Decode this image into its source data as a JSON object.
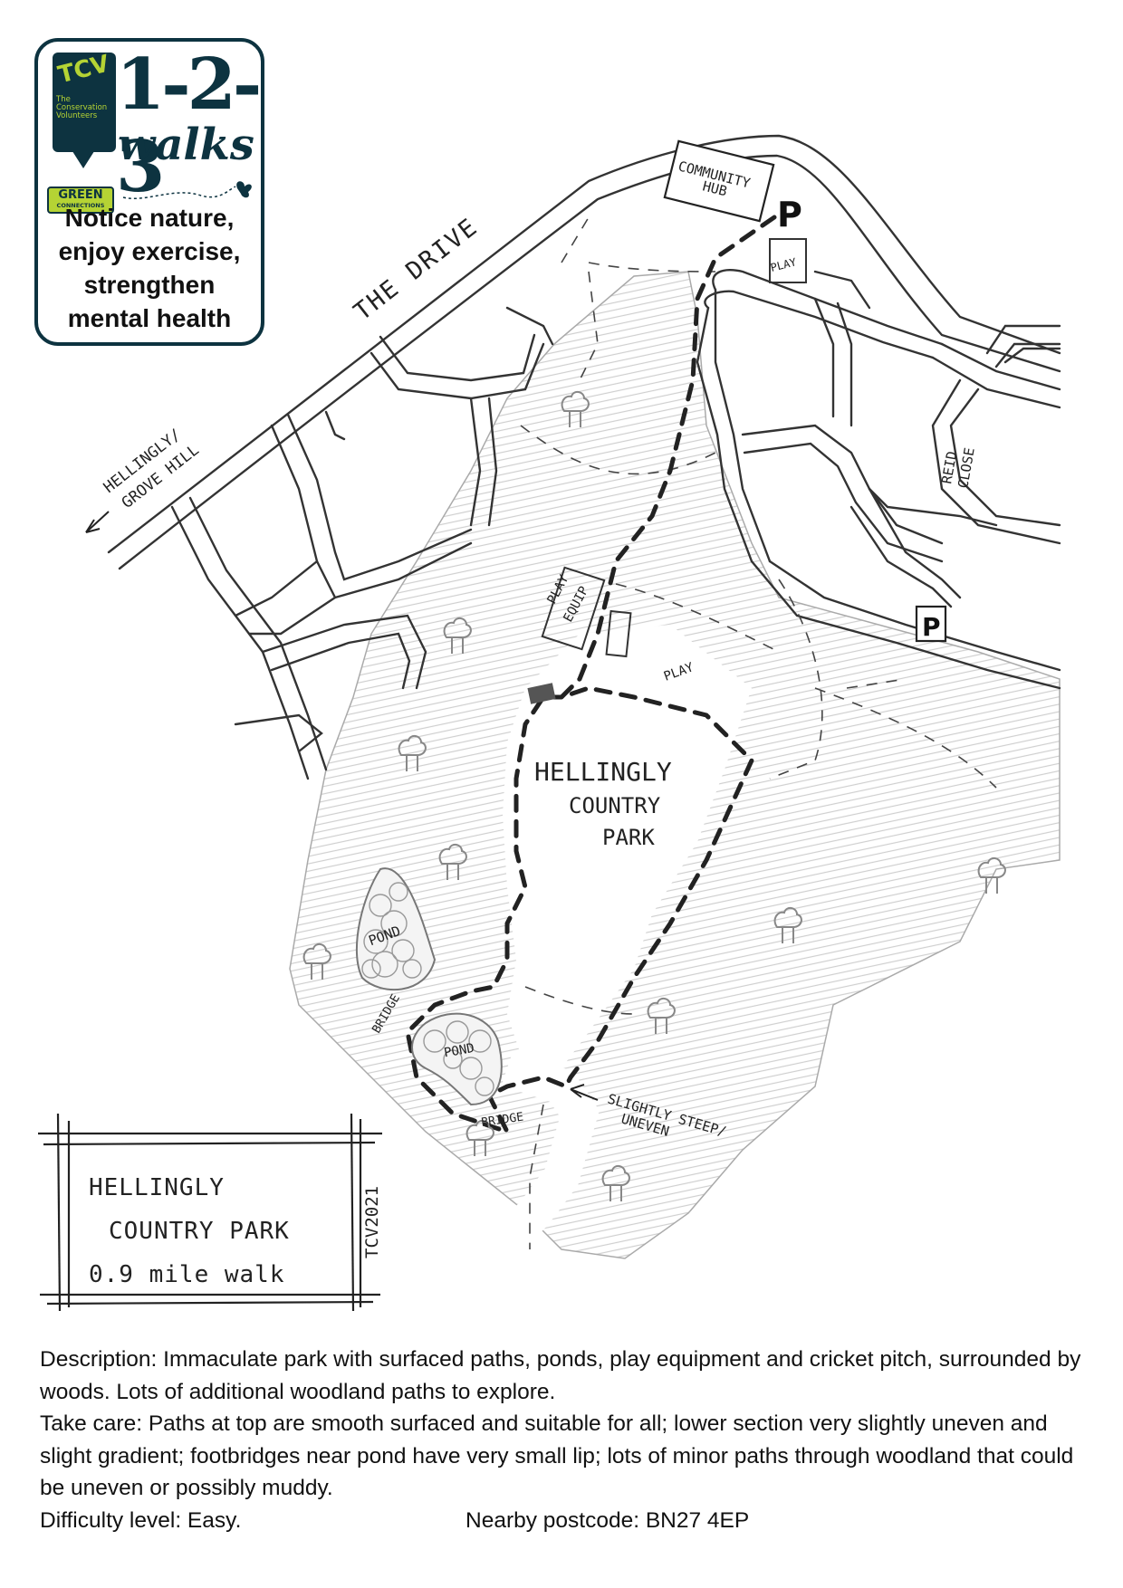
{
  "logo": {
    "badge": "TCV",
    "org": "The Conservation Volunteers",
    "green": "GREEN",
    "connections": "CONNECTIONS",
    "brand_number": "1-2-3",
    "brand_word": "walks",
    "tagline": [
      "Notice nature,",
      "enjoy exercise,",
      "strengthen",
      "mental health"
    ],
    "icons": [
      "map-pin-icon",
      "butterfly-icon"
    ],
    "colors": {
      "navy": "#0d3340",
      "lime": "#b5d334"
    }
  },
  "map": {
    "road_the_drive": "THE DRIVE",
    "direction_line1": "HELLINGLY/",
    "direction_line2": "GROVE HILL",
    "community_line1": "COMMUNITY",
    "community_line2": "HUB",
    "parking": "P",
    "play": "PLAY",
    "play_equip_line1": "PLAY",
    "play_equip_line2": "EQUIP",
    "reid_line1": "REID",
    "reid_line2": "CLOSE",
    "park_line1": "HELLINGLY",
    "park_line2": "COUNTRY",
    "park_line3": "PARK",
    "pond": "POND",
    "bridge": "BRIDGE",
    "steep_line1": "SLIGHTLY STEEP/",
    "steep_line2": "UNEVEN",
    "icons": [
      "arrow-icon",
      "tree-icon",
      "parking-icon",
      "route-path"
    ]
  },
  "title_box": {
    "line1": "HELLINGLY",
    "line2": "COUNTRY PARK",
    "line3": "0.9 mile walk",
    "credit": "TCV2021"
  },
  "description": {
    "text": "Description: Immaculate park with surfaced paths, ponds, play equipment and cricket pitch, surrounded by woods. Lots of additional woodland paths to explore.",
    "take_care": "Take care: Paths at top are smooth surfaced and suitable for all; lower section very slightly uneven and slight gradient; footbridges near pond have very small lip; lots of minor paths through woodland that could be uneven or possibly muddy.",
    "difficulty": "Difficulty level: Easy.",
    "postcode": "Nearby postcode: BN27 4EP"
  }
}
